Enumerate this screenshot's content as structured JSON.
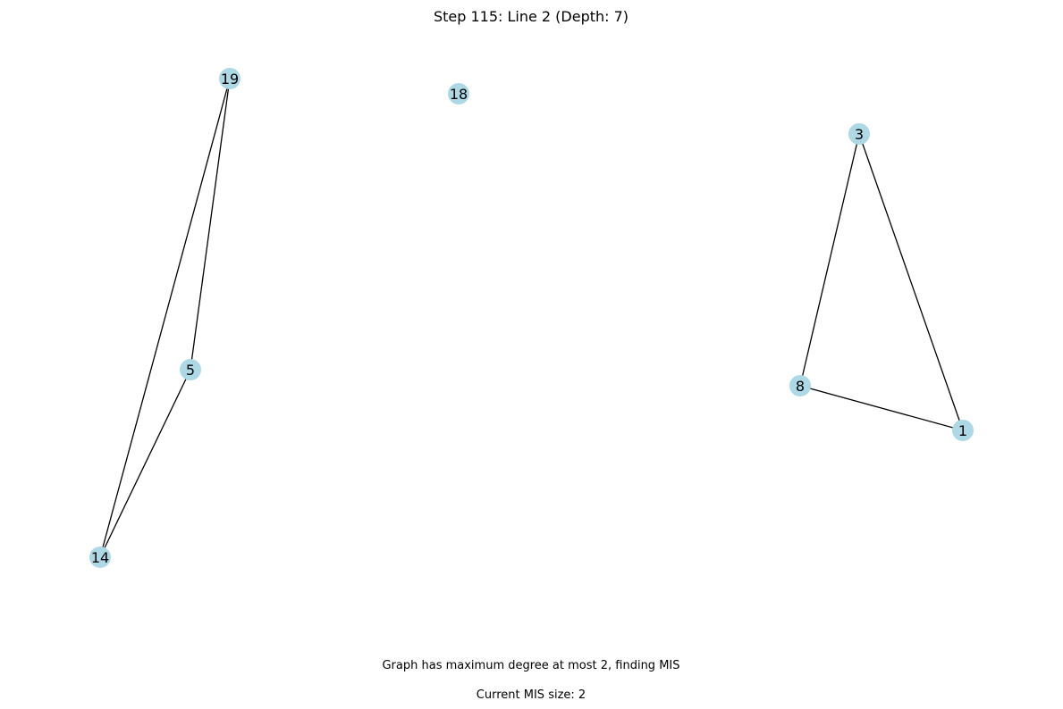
{
  "title": "Step 115: Line 2 (Depth: 7)",
  "captions": {
    "status": "Graph has maximum degree at most 2, finding MIS",
    "mis_size": "Current MIS size: 2"
  },
  "colors": {
    "node_fill": "#add8e6",
    "edge": "#000000",
    "text": "#000000",
    "background": "#ffffff"
  },
  "graph": {
    "nodes": [
      {
        "id": "19",
        "label": "19"
      },
      {
        "id": "18",
        "label": "18"
      },
      {
        "id": "3",
        "label": "3"
      },
      {
        "id": "5",
        "label": "5"
      },
      {
        "id": "8",
        "label": "8"
      },
      {
        "id": "1",
        "label": "1"
      },
      {
        "id": "14",
        "label": "14"
      }
    ],
    "edges": [
      [
        "19",
        "5"
      ],
      [
        "19",
        "14"
      ],
      [
        "5",
        "14"
      ],
      [
        "3",
        "8"
      ],
      [
        "3",
        "1"
      ],
      [
        "8",
        "1"
      ]
    ]
  }
}
